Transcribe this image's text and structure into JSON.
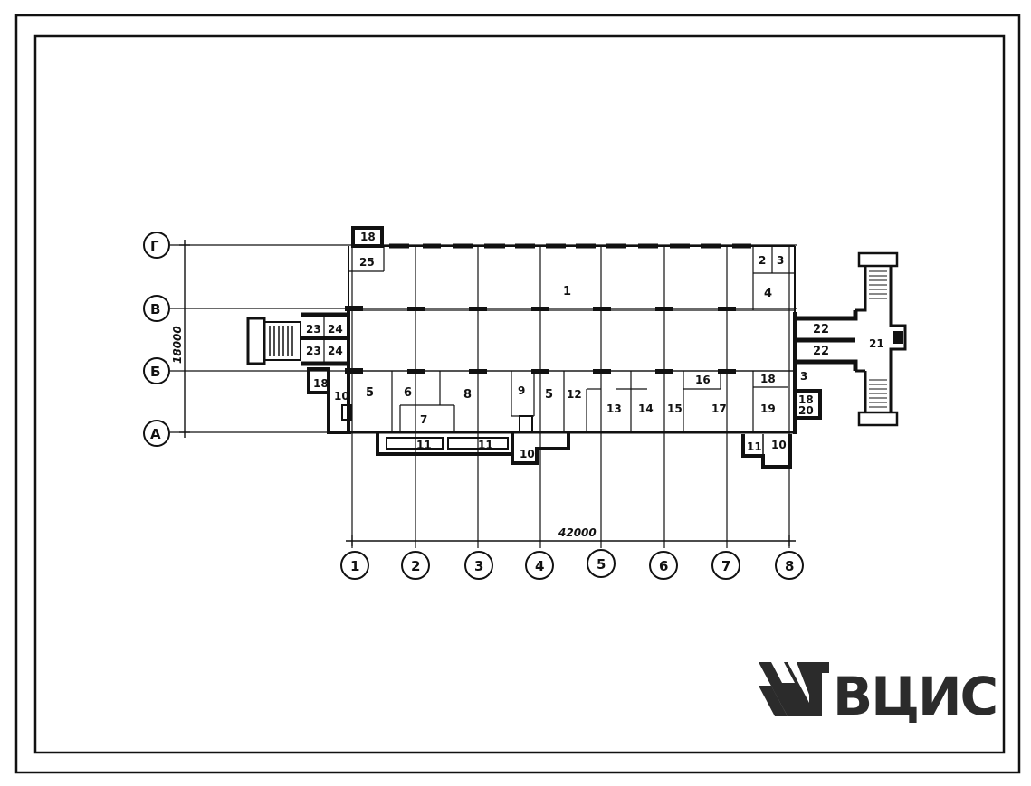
{
  "plan": {
    "grid_columns": [
      "1",
      "2",
      "3",
      "4",
      "5",
      "6",
      "7",
      "8"
    ],
    "grid_rows": [
      "Г",
      "В",
      "Б",
      "А"
    ],
    "dimension_length": "42000",
    "dimension_width": "18000"
  },
  "rooms": {
    "r1": "1",
    "r2": "2",
    "r3": "3",
    "r4": "4",
    "r5a": "5",
    "r5b": "5",
    "r6": "6",
    "r7": "7",
    "r8": "8",
    "r9": "9",
    "r10a": "10",
    "r10b": "10",
    "r10c": "10",
    "r11a": "11",
    "r11b": "11",
    "r11c": "11",
    "r12": "12",
    "r13": "13",
    "r14": "14",
    "r15": "15",
    "r16": "16",
    "r17": "17",
    "r18a": "18",
    "r18b": "18",
    "r18c": "18",
    "r18d": "18",
    "r19": "19",
    "r21": "21",
    "r22a": "22",
    "r22b": "22",
    "r23a": "23",
    "r23b": "23",
    "r24a": "24",
    "r24b": "24",
    "r25": "25",
    "r3b": "3",
    "r20": "20"
  },
  "logo": {
    "text": "ВЦИС"
  }
}
